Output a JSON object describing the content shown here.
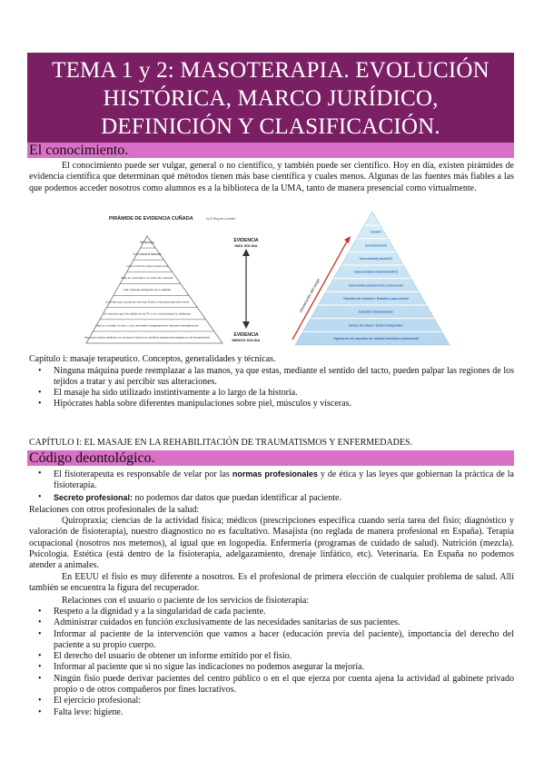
{
  "title": {
    "line1": "TEMA 1 y 2: MASOTERAPIA. EVOLUCIÓN",
    "line2": "HISTÓRICA, MARCO JURÍDICO,",
    "line3": "DEFINICIÓN Y CLASIFICACIÓN."
  },
  "section1": {
    "heading": "El conocimiento.",
    "intro": "El conocimiento puede ser vulgar, general o no científico, y también puede ser científico. Hoy en día, existen pirámides de evidencia científica que determinan qué métodos tienen más base científica y cuales menos. Algunas de las fuentes más fiables a las que podemos acceder nosotros como alumnos es a la biblioteca de la UMA, tanto de manera presencial como virtualmente."
  },
  "figure_left": {
    "title": "PIRÁMIDE DE EVIDENCIA CUÑADA",
    "credit": "by El Blog de Lombard",
    "levels": [
      "Me funciona",
      "A mi vecina le funciona",
      "Lo he leído en un libro escrito por alguien con bata blanca y corbata",
      "Sale en una web o un vídeo de Youtube",
      "Las culturas antiguas ya lo sabían",
      "Un científico poco conocido que murió hace 50 años o más propuso algo sobre el tema",
      "Un famoso que ha salido en la TV o en un periódico lo defiende",
      "Hay un estudio in vitro o con animales (seguramente ratones transgénicos)",
      "Hay varios estudios aleatorios con humanos y hechos por científicos (seguramente pagados por las farmacéuticas)"
    ],
    "top_label": "EVIDENCIA MÁS SÓLIDA",
    "bottom_label": "EVIDENCIA MENOS SOLIDA"
  },
  "figure_right": {
    "axis_label": "Disminución del sesgo",
    "levels": [
      "RS y meta-análisis RCTs",
      "Ensayos controlados aleatorizados (RCTs)",
      "Revisiones sistemáticas (RS) y meta-análisis NRCTs",
      "Ensayos controlados no aleatorizados (NRCTs)",
      "Revisiones sistemáticas y meta-análisis de cohortes y de estudios caso-control",
      "Estudios de cohortes / Estudios caso-control",
      "Estudios transversales",
      "Series de casos / Series temporales",
      "Opiniones de expertos de calidad científica contrastada"
    ]
  },
  "chapter_i": {
    "line": "Capítulo i: masaje terapeutico. Conceptos, generalidades y técnicas.",
    "bullets": [
      "Ninguna máquina puede reemplazar a las manos, ya que estas, mediante el sentido del tacto, pueden palpar las regiones de los tejidos a tratar y así percibir sus alteraciones.",
      "El masaje ha sido utilizado instintivamente a lo largo de la historia.",
      "Hipócrates habla sobre diferentes manipulaciones sobre piel, músculos y vísceras."
    ],
    "closing": "CAPÍTULO I: EL MASAJE EN LA REHABILITACIÓN DE TRAUMATISMOS Y ENFERMEDADES."
  },
  "section2": {
    "heading": "Código deontológico.",
    "b1_pre": "El fisioterapeuta es responsable de velar por las ",
    "b1_bold": "normas profesionales",
    "b1_post": " y de ética y las leyes que gobiernan la práctica de la fisioterapia.",
    "b2_bold": "Secreto profesional:",
    "b2_post": " no podemos dar datos que puedan identificar al paciente.",
    "relations_label": "Relaciones con otros profesionales de la salud:",
    "relations_para": "Quiropraxia; ciencias de la actividad física; médicos (prescripciones especifica cuando sería tarea del fisio; diagnóstico y valoración de fisioterapia), nuestro diagnostico no es facultativo. Masajista (no reglada de manera profesional en España). Terapia ocupacional (nosotros nos metemos), al igual que en logopedia. Enfermería (programas de cuidado de salud). Nutrición (mezcla). Psicología. Estética (está dentro de la fisioterapia, adelgazamiento, drenaje linfático, etc). Veterinaria. En España no podemos atender a animales.",
    "eeuu_para": "En EEUU el fisio es muy diferente a nosotros. Es el profesional de primera elección de cualquier problema de salud. Allí también se encuentra la figura del recuperador.",
    "user_relations": "Relaciones con el usuario o paciente de los servicios de fisioterapia:",
    "bullets": [
      "Respeto a la dignidad y a la singularidad de cada paciente.",
      "Administrar cuidados en función exclusivamente de las necesidades sanitarias de sus pacientes.",
      "Informar al paciente de la intervención que vamos a hacer (educación previa del paciente), importancia del derecho del paciente a su propio cuerpo.",
      "El derecho del usuario de obtener un informe emitido por el fisio.",
      "Informar al paciente que si no sigue las indicaciones no podemos asegurar la mejoría.",
      "Ningún fisio puede derivar pacientes del centro público o en el que ejerza por cuenta ajena la actividad al gabinete privado propio o de otros compañeros por fines lucrativos.",
      "El ejercicio profesional:",
      "Falta leve: higiene."
    ]
  },
  "colors": {
    "banner": "#7b1f65",
    "section_heading": "#d96fc6",
    "pyramid_left_fill": "#ffffff",
    "pyramid_right_light": "#d6ebf7",
    "pyramid_right_dark": "#3b7fc4",
    "arrow_red": "#c0392b"
  }
}
